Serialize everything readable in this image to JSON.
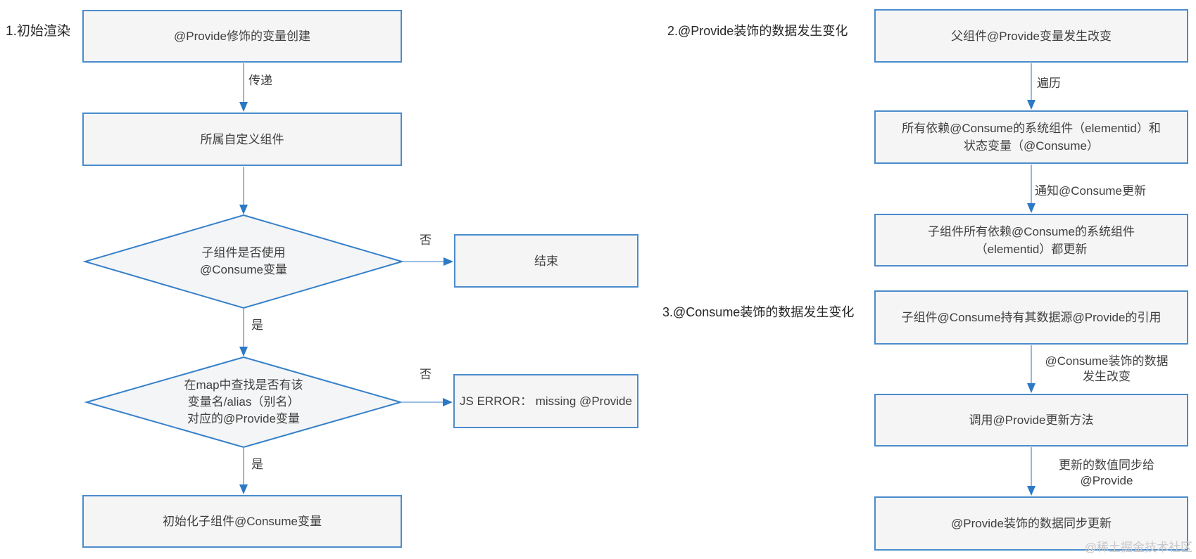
{
  "canvas": {
    "watermark": "@稀土掘金技术社区"
  },
  "colors": {
    "node_border": "#4B8CCB",
    "node_fill": "#F5F5F6",
    "diamond_stroke": "#3580CA",
    "connector_line": "#7AA7DA",
    "arrowhead": "#2C79C5",
    "text": "#3F3F3F",
    "watermark": "#C8C8CB"
  },
  "flow1": {
    "section_label": "1.初始渲染",
    "node_provide_created": "@Provide修饰的变量创建",
    "edge_pass": "传递",
    "node_owner_component": "所属自定义组件",
    "decision_child_uses_consume": "子组件是否使用\n@Consume变量",
    "edge_no": "否",
    "node_end": "结束",
    "edge_yes": "是",
    "decision_map_lookup": "在map中查找是否有该\n变量名/alias（别名）\n对应的@Provide变量",
    "edge_no2": "否",
    "node_js_error": "JS ERROR： missing @Provide",
    "edge_yes2": "是",
    "node_init_consume": "初始化子组件@Consume变量"
  },
  "flow2": {
    "section_label": "2.@Provide装饰的数据发生变化",
    "node_parent_provide_changed": "父组件@Provide变量发生改变",
    "edge_traverse": "遍历",
    "node_dependents": "所有依赖@Consume的系统组件（elementid）和\n状态变量（@Consume）",
    "edge_notify_consume": "通知@Consume更新",
    "node_child_components_updated": "子组件所有依赖@Consume的系统组件\n（elementid）都更新"
  },
  "flow3": {
    "section_label": "3.@Consume装饰的数据发生变化",
    "node_consume_holds_ref": "子组件@Consume持有其数据源@Provide的引用",
    "edge_consume_data_changed": "@Consume装饰的数据\n发生改变",
    "node_call_provide_update": "调用@Provide更新方法",
    "edge_sync_to_provide": "更新的数值同步给\n@Provide",
    "node_provide_synced": "@Provide装饰的数据同步更新"
  }
}
